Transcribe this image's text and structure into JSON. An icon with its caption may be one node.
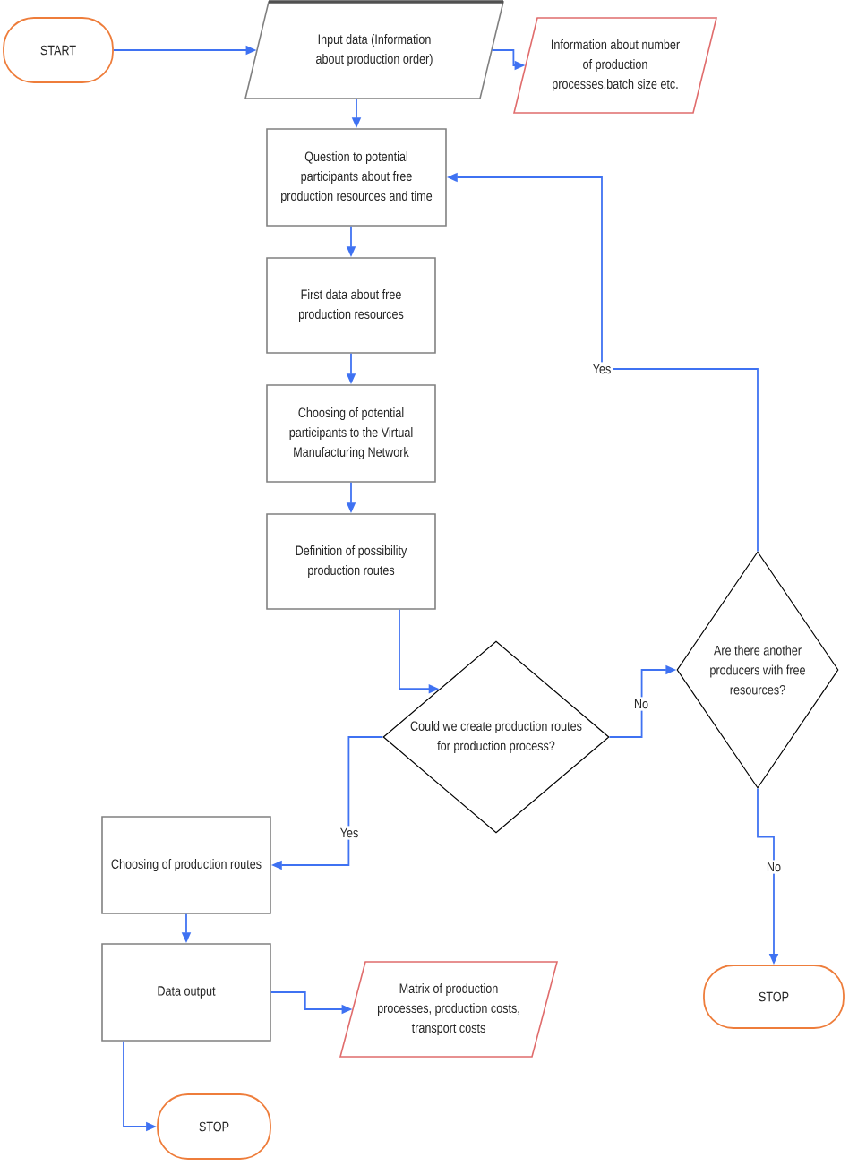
{
  "diagram": {
    "nodes": [
      {
        "text": [
          "START"
        ]
      },
      {
        "text": [
          "Input data (Information about production order)"
        ]
      },
      {
        "text": [
          "Information about number of production processes,batch size etc."
        ]
      },
      {
        "text": [
          "Question to potential participants about free production resources and time"
        ]
      },
      {
        "text": [
          "First data about free production resources"
        ]
      },
      {
        "text": [
          "Choosing of potential participants to the Virtual Manufacturing Network"
        ]
      },
      {
        "text": [
          "Definition of possibility production routes"
        ]
      },
      {
        "text": [
          "Could we create production routes for production process?"
        ]
      },
      {
        "text": [
          "Are there another producers with free resources?"
        ]
      },
      {
        "text": [
          "Choosing of production routes"
        ]
      },
      {
        "text": [
          "Data output"
        ]
      },
      {
        "text": [
          "Matrix of production processes, production costs, transport costs"
        ]
      },
      {
        "text": [
          "STOP"
        ]
      },
      {
        "text": [
          "STOP"
        ]
      }
    ],
    "edges": [
      {
        "from": 0,
        "to": 1,
        "arrow": "to"
      },
      {
        "from": 1,
        "to": 2,
        "arrow": "to"
      },
      {
        "from": 1,
        "to": 3,
        "arrow": "to"
      },
      {
        "from": 3,
        "to": 4,
        "arrow": "to"
      },
      {
        "from": 4,
        "to": 5,
        "arrow": "to"
      },
      {
        "from": 5,
        "to": 6,
        "arrow": "to"
      },
      {
        "from": 6,
        "to": 7,
        "arrow": "to"
      },
      {
        "from": 7,
        "to": 8,
        "arrow": "to",
        "label": "No"
      },
      {
        "from": 7,
        "to": 9,
        "arrow": "to",
        "label": "Yes"
      },
      {
        "from": 8,
        "to": 3,
        "arrow": "to",
        "label": "Yes"
      },
      {
        "from": 8,
        "to": 13,
        "arrow": "to",
        "label": "No"
      },
      {
        "from": 9,
        "to": 10,
        "arrow": "to"
      },
      {
        "from": 10,
        "to": 11,
        "arrow": "to"
      },
      {
        "from": 10,
        "to": 12,
        "arrow": "to"
      }
    ]
  }
}
